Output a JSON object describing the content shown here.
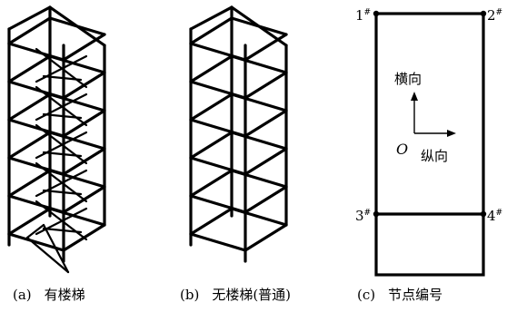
{
  "captions": [
    {
      "letter": "(a)",
      "text": "有楼梯"
    },
    {
      "letter": "(b)",
      "text": "无楼梯(普通)"
    },
    {
      "letter": "(c)",
      "text": "节点编号"
    }
  ],
  "plan": {
    "nodes": [
      {
        "num": "1",
        "sup": "#"
      },
      {
        "num": "2",
        "sup": "#"
      },
      {
        "num": "3",
        "sup": "#"
      },
      {
        "num": "4",
        "sup": "#"
      }
    ],
    "axis_lateral": "横向",
    "axis_longitudinal": "纵向",
    "origin": "O"
  }
}
